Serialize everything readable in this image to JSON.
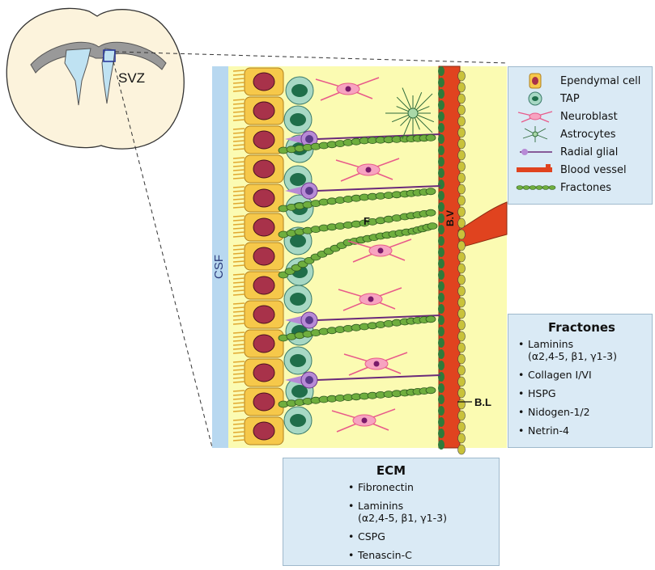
{
  "brain": {
    "region_label": "SVZ"
  },
  "niche": {
    "csf_label": "CSF",
    "fractone_label": "F",
    "vessel_label": "B.V",
    "basal_lamina_label": "B.L"
  },
  "legend": {
    "items": [
      {
        "label": "Ependymal cell",
        "icon": "ependymal-cell-icon"
      },
      {
        "label": "TAP",
        "icon": "tap-cell-icon"
      },
      {
        "label": "Neuroblast",
        "icon": "neuroblast-icon"
      },
      {
        "label": "Astrocytes",
        "icon": "astrocyte-icon"
      },
      {
        "label": "Radial glial",
        "icon": "radial-glial-icon"
      },
      {
        "label": "Blood vessel",
        "icon": "blood-vessel-icon"
      },
      {
        "label": "Fractones",
        "icon": "fractones-icon"
      }
    ]
  },
  "fractones_box": {
    "title": "Fractones",
    "items": [
      {
        "line1": "Laminins",
        "line2": "(α2,4-5, β1, γ1-3)"
      },
      {
        "line1": "Collagen I/VI",
        "line2": ""
      },
      {
        "line1": "HSPG",
        "line2": ""
      },
      {
        "line1": "Nidogen-1/2",
        "line2": ""
      },
      {
        "line1": "Netrin-4",
        "line2": ""
      }
    ]
  },
  "ecm_box": {
    "title": "ECM",
    "items": [
      {
        "line1": "Fibronectin",
        "line2": ""
      },
      {
        "line1": "Laminins",
        "line2": "(α2,4-5, β1, γ1-3)"
      },
      {
        "line1": "CSPG",
        "line2": ""
      },
      {
        "line1": "Tenascin-C",
        "line2": ""
      }
    ]
  },
  "colors": {
    "niche_background": "#fbfbb2",
    "csf": "#b8d8f0",
    "ependymal_body": "#f6c84a",
    "ependymal_nucleus": "#a8324a",
    "tap_body": "#a7d8c4",
    "tap_nucleus": "#1f6e4a",
    "neuroblast": "#e85a8a",
    "radial_glial": "#b78ad6",
    "blood_vessel": "#e0431f",
    "fractone_bead": "#6fae3e",
    "panel_fill": "#daeaf5"
  }
}
